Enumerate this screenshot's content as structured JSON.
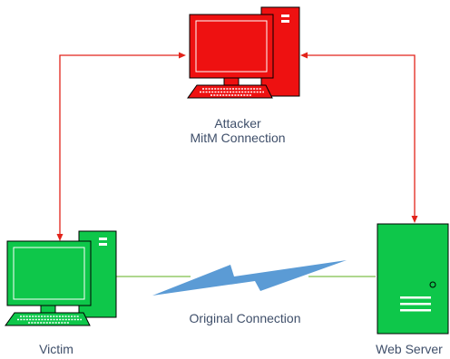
{
  "nodes": {
    "attacker": {
      "label_line1": "Attacker",
      "label_line2": "MitM Connection",
      "color": "#ee1111"
    },
    "victim": {
      "label": "Victim",
      "color": "#0ec74a"
    },
    "server": {
      "label": "Web Server",
      "color": "#0ec74a"
    }
  },
  "connections": {
    "original": {
      "label": "Original Connection",
      "color": "#7fbf4a"
    },
    "mitm": {
      "color": "#e2231a"
    },
    "bolt_color": "#5b9bd5"
  }
}
